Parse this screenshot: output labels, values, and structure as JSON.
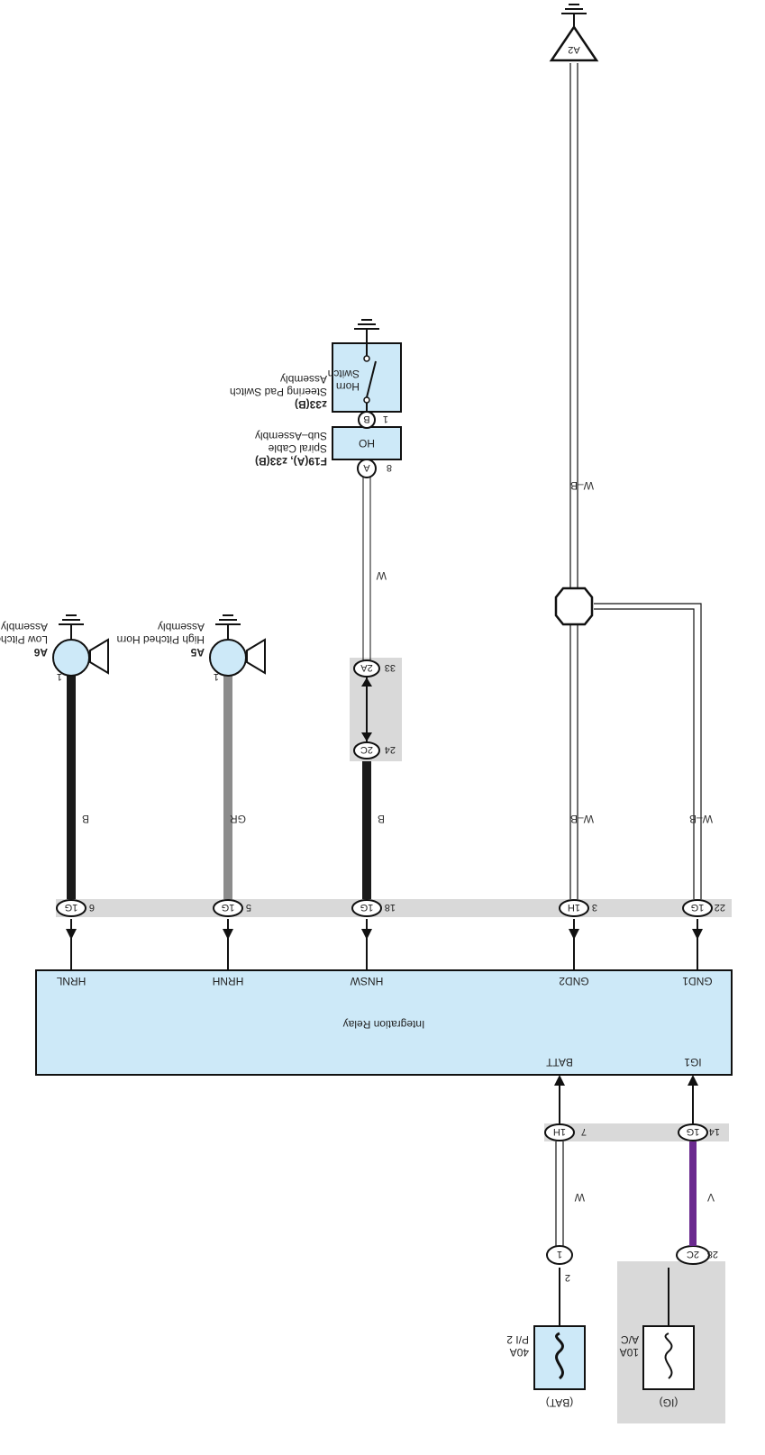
{
  "relay": {
    "title": "Integration Relay",
    "pins_bottom": [
      "HRNL",
      "HRNH",
      "HNSW",
      "GND2",
      "GND1"
    ],
    "pins_top": [
      "BATT",
      "IG1"
    ]
  },
  "fuses": {
    "bat": {
      "rating": "40A",
      "name": "P/I 2",
      "source": "(BAT)",
      "pin": "2",
      "connector": "1"
    },
    "ig": {
      "rating": "10A",
      "name": "A/C",
      "source": "(IG)",
      "pin": "28",
      "connector": "2C"
    }
  },
  "top_connectors": [
    {
      "conn": "1H",
      "pin": "7",
      "wire": "W"
    },
    {
      "conn": "1G",
      "pin": "14",
      "wire": "V"
    }
  ],
  "bottom_connectors": [
    {
      "conn": "1G",
      "pin": "6",
      "wire": "B"
    },
    {
      "conn": "1G",
      "pin": "5",
      "wire": "GR"
    },
    {
      "conn": "1G",
      "pin": "18",
      "wire": "B"
    },
    {
      "conn": "1H",
      "pin": "3",
      "wire": "W–B"
    },
    {
      "conn": "1G",
      "pin": "22",
      "wire": "W–B"
    }
  ],
  "junction": {
    "c1": "2C",
    "p1": "24",
    "c2": "2A",
    "p2": "33",
    "wire_after": "W"
  },
  "spiral_cable": {
    "code": "F19(A), z33(B)",
    "line1": "Spiral Cable",
    "line2": "Sub–Assembly",
    "pin_in": "8",
    "conn_in": "A",
    "label": "HO",
    "pin_out": "1",
    "conn_out": "B"
  },
  "horn_switch": {
    "code": "z33(B)",
    "line1": "Steering Pad Switch",
    "line2": "Assembly",
    "sw1": "Horn",
    "sw2": "Switch"
  },
  "horns": [
    {
      "code": "A6",
      "line1": "Low Pitched Horn",
      "line2": "Assembly",
      "pin": "1"
    },
    {
      "code": "A5",
      "line1": "High Pitched Horn",
      "line2": "Assembly",
      "pin": "1"
    }
  ],
  "ground_point": {
    "label": "A2",
    "wire": "W–B"
  },
  "colors": {
    "relay_fill": "#cde9f8",
    "purple_wire": "#6b2a8f",
    "gray_wire": "#8c8c8c",
    "black_wire": "#1a1a1a",
    "band": "#d9d9d9"
  }
}
